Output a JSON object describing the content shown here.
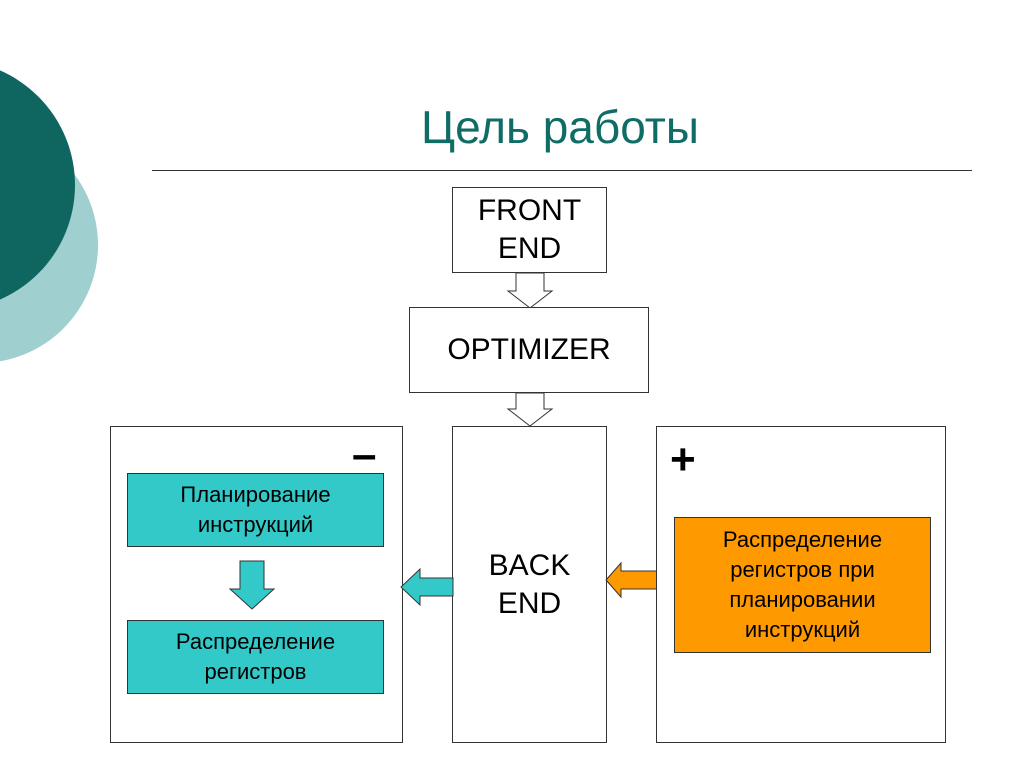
{
  "slide": {
    "title": "Цель работы"
  },
  "diagram": {
    "front_end": {
      "line1": "FRONT",
      "line2": "END"
    },
    "optimizer": {
      "label": "OPTIMIZER"
    },
    "back_end": {
      "line1": "BACK",
      "line2": "END"
    },
    "minus_panel": {
      "sign": "–",
      "box1": {
        "line1": "Планирование",
        "line2": "инструкций"
      },
      "box2": {
        "line1": "Распределение",
        "line2": "регистров"
      }
    },
    "plus_panel": {
      "sign": "+",
      "box": {
        "line1": "Распределение",
        "line2": "регистров при",
        "line3": "планировании",
        "line4": "инструкций"
      }
    }
  },
  "colors": {
    "title": "#0f6d66",
    "teal_box": "#34c9c9",
    "orange_box": "#ff9900",
    "deco_dark": "#0f6560",
    "deco_light": "#9fcfcf"
  }
}
